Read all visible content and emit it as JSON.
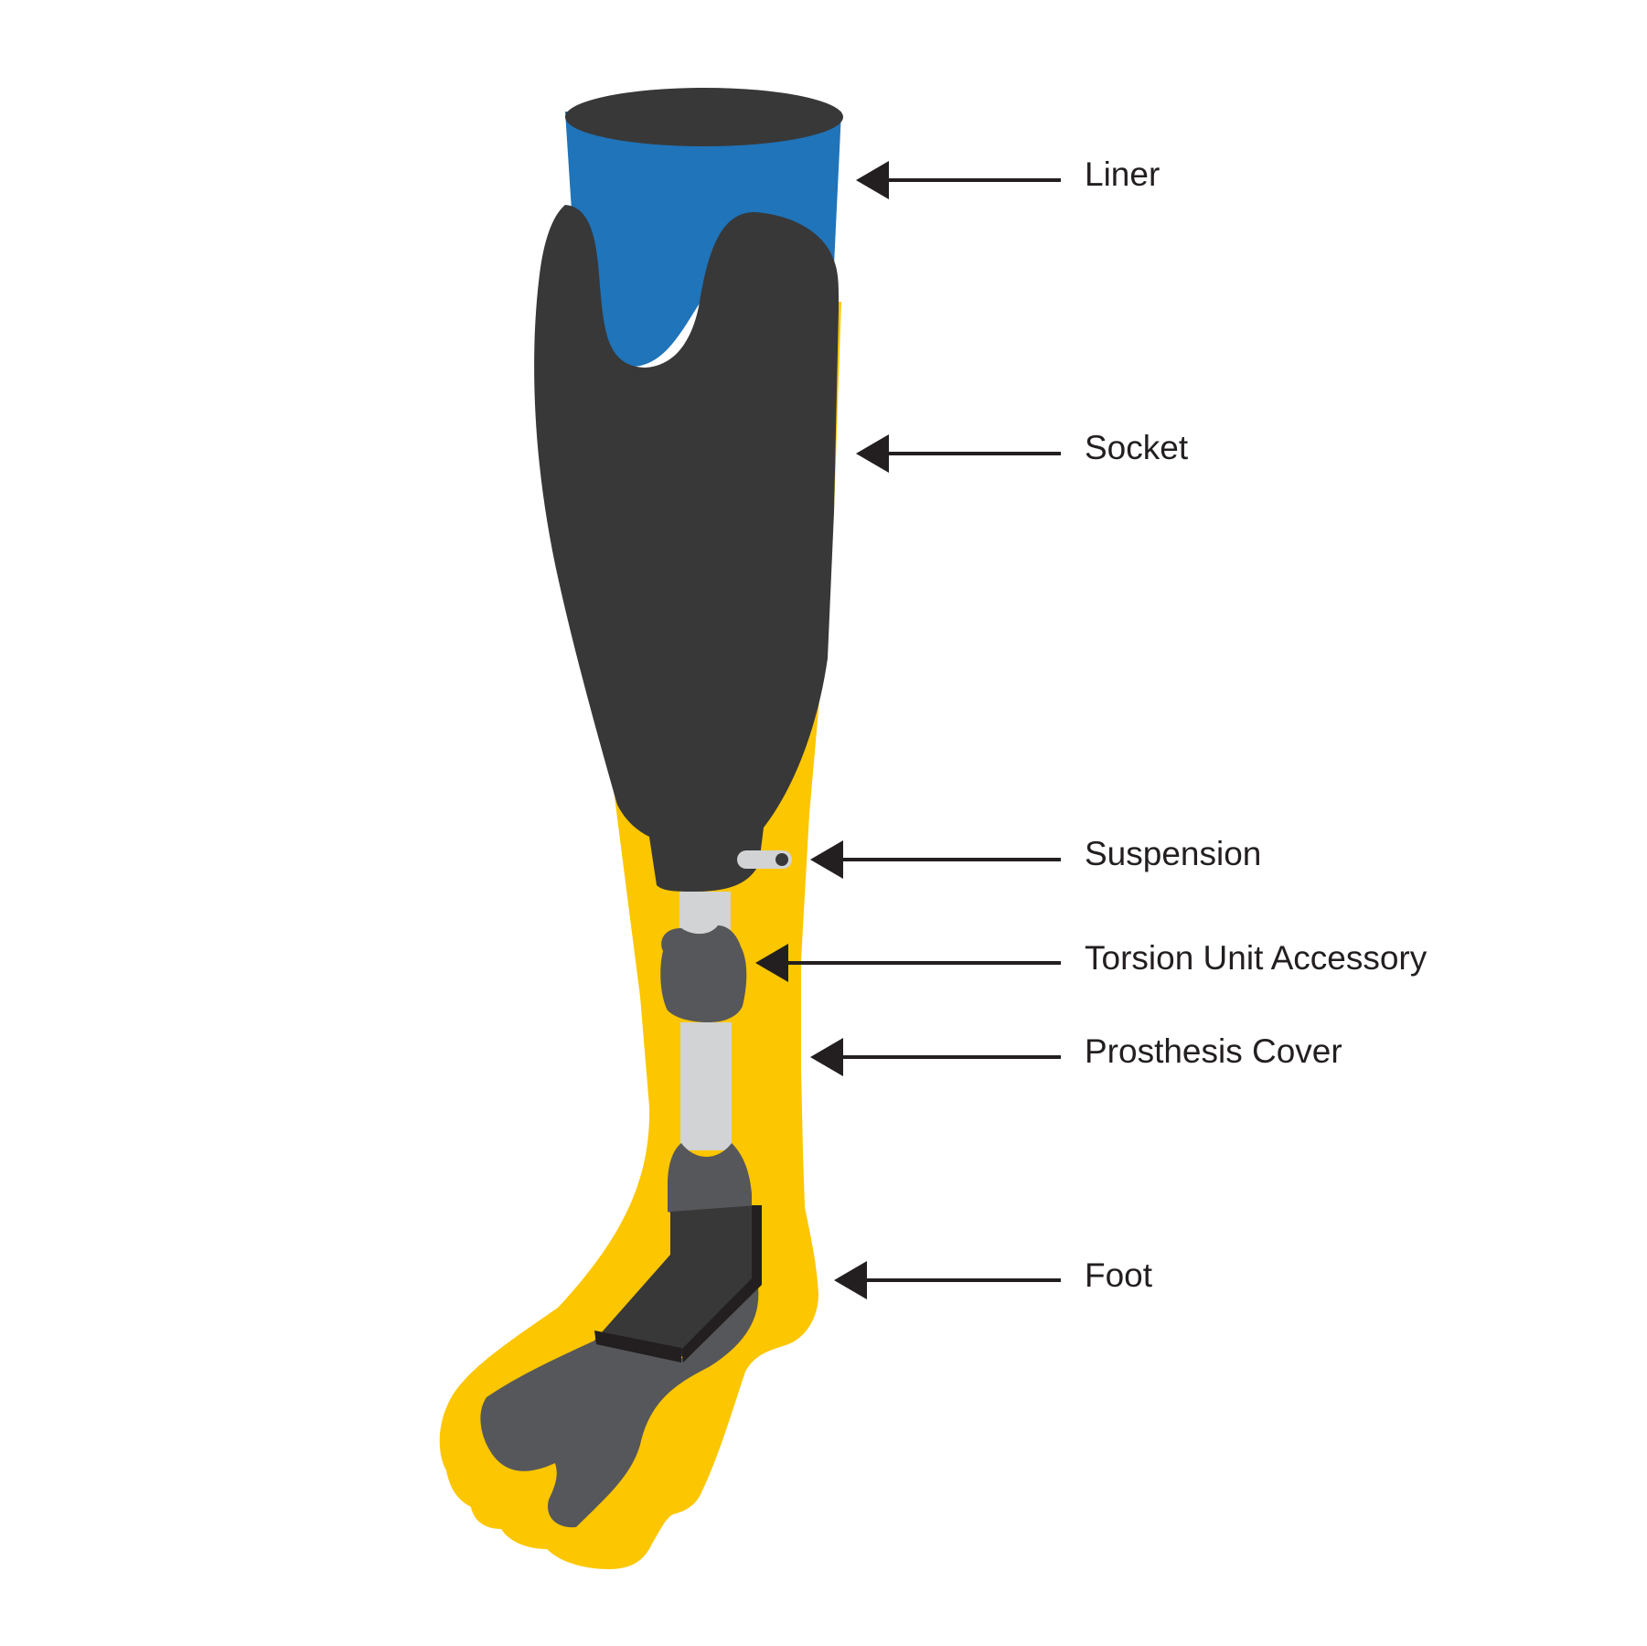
{
  "diagram": {
    "colors": {
      "cover": "#fcc600",
      "liner": "#1f74ba",
      "socket": "#383838",
      "foot_plate_edge": "#231f20",
      "foot_sole": "#56575a",
      "adapter": "#56575a",
      "pylon": "#d1d3d4",
      "arrow": "#231f20",
      "text": "#231f20",
      "background": "#ffffff"
    },
    "labels": [
      {
        "id": "liner",
        "text": "Liner"
      },
      {
        "id": "socket",
        "text": "Socket"
      },
      {
        "id": "suspension",
        "text": "Suspension"
      },
      {
        "id": "torsion",
        "text": "Torsion Unit Accessory"
      },
      {
        "id": "cover",
        "text": "Prosthesis Cover"
      },
      {
        "id": "foot",
        "text": "Foot"
      }
    ]
  }
}
